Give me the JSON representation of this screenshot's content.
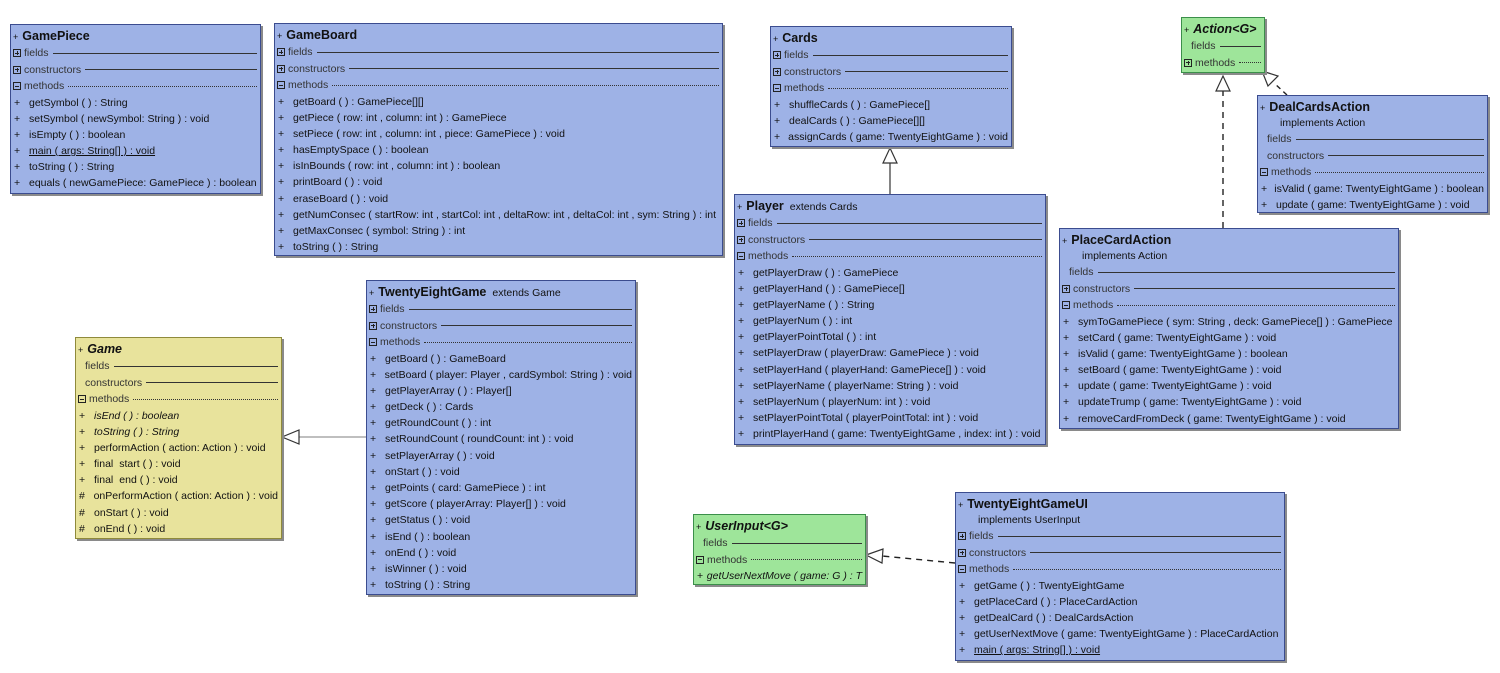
{
  "section_labels": {
    "fields": "fields",
    "constructors": "constructors",
    "methods": "methods"
  },
  "classes": {
    "gamepiece": {
      "visibility": "+",
      "name": "GamePiece",
      "methods": [
        {
          "vis": "+",
          "sig": "getSymbol ( ) : String"
        },
        {
          "vis": "+",
          "sig": "setSymbol ( newSymbol: String ) : void"
        },
        {
          "vis": "+",
          "sig": "isEmpty ( ) : boolean"
        },
        {
          "vis": "+",
          "sig": "main ( args: String[] ) : void"
        },
        {
          "vis": "+",
          "sig": "toString ( ) : String"
        },
        {
          "vis": "+",
          "sig": "equals ( newGamePiece: GamePiece ) : boolean"
        }
      ]
    },
    "gameboard": {
      "visibility": "+",
      "name": "GameBoard",
      "methods": [
        {
          "vis": "+",
          "sig": "getBoard ( ) : GamePiece[][]"
        },
        {
          "vis": "+",
          "sig": "getPiece ( row: int ,  column: int ) : GamePiece"
        },
        {
          "vis": "+",
          "sig": "setPiece ( row: int ,  column: int ,  piece: GamePiece ) : void"
        },
        {
          "vis": "+",
          "sig": "hasEmptySpace ( ) : boolean"
        },
        {
          "vis": "+",
          "sig": "isInBounds ( row: int ,  column: int ) : boolean"
        },
        {
          "vis": "+",
          "sig": "printBoard ( ) : void"
        },
        {
          "vis": "+",
          "sig": "eraseBoard ( ) : void"
        },
        {
          "vis": "+",
          "sig": "getNumConsec ( startRow: int ,  startCol: int ,  deltaRow: int ,  deltaCol: int ,  sym: String ) : int"
        },
        {
          "vis": "+",
          "sig": "getMaxConsec ( symbol: String ) : int"
        },
        {
          "vis": "+",
          "sig": "toString ( ) : String"
        }
      ]
    },
    "cards": {
      "visibility": "+",
      "name": "Cards",
      "methods": [
        {
          "vis": "+",
          "sig": "shuffleCards ( ) : GamePiece[]"
        },
        {
          "vis": "+",
          "sig": "dealCards ( ) : GamePiece[][]"
        },
        {
          "vis": "+",
          "sig": "assignCards ( game: TwentyEightGame ) : void"
        }
      ]
    },
    "action": {
      "visibility": "+",
      "name": "Action<G>"
    },
    "dealcardsaction": {
      "visibility": "+",
      "name": "DealCardsAction",
      "implements": "implements   Action",
      "methods": [
        {
          "vis": "+",
          "sig": "isValid ( game: TwentyEightGame ) : boolean"
        },
        {
          "vis": "+",
          "sig": "update ( game: TwentyEightGame ) : void"
        }
      ]
    },
    "player": {
      "visibility": "+",
      "name": "Player",
      "extends": "extends  Cards",
      "methods": [
        {
          "vis": "+",
          "sig": "getPlayerDraw ( ) : GamePiece"
        },
        {
          "vis": "+",
          "sig": "getPlayerHand ( ) : GamePiece[]"
        },
        {
          "vis": "+",
          "sig": "getPlayerName ( ) : String"
        },
        {
          "vis": "+",
          "sig": "getPlayerNum ( ) : int"
        },
        {
          "vis": "+",
          "sig": "getPlayerPointTotal ( ) : int"
        },
        {
          "vis": "+",
          "sig": "setPlayerDraw ( playerDraw: GamePiece ) : void"
        },
        {
          "vis": "+",
          "sig": "setPlayerHand ( playerHand: GamePiece[] ) : void"
        },
        {
          "vis": "+",
          "sig": "setPlayerName ( playerName: String ) : void"
        },
        {
          "vis": "+",
          "sig": "setPlayerNum ( playerNum: int ) : void"
        },
        {
          "vis": "+",
          "sig": "setPlayerPointTotal ( playerPointTotal: int ) : void"
        },
        {
          "vis": "+",
          "sig": "printPlayerHand ( game: TwentyEightGame ,  index: int ) : void"
        }
      ]
    },
    "placecardaction": {
      "visibility": "+",
      "name": "PlaceCardAction",
      "implements": "implements   Action",
      "methods": [
        {
          "vis": "+",
          "sig": "symToGamePiece ( sym: String ,  deck: GamePiece[] ) : GamePiece"
        },
        {
          "vis": "+",
          "sig": "setCard ( game: TwentyEightGame ) : void"
        },
        {
          "vis": "+",
          "sig": "isValid ( game: TwentyEightGame ) : boolean"
        },
        {
          "vis": "+",
          "sig": "setBoard ( game: TwentyEightGame ) : void"
        },
        {
          "vis": "+",
          "sig": "update ( game: TwentyEightGame ) : void"
        },
        {
          "vis": "+",
          "sig": "updateTrump ( game: TwentyEightGame ) : void"
        },
        {
          "vis": "+",
          "sig": "removeCardFromDeck ( game: TwentyEightGame ) : void"
        }
      ]
    },
    "game": {
      "visibility": "+",
      "name": "Game",
      "methods": [
        {
          "vis": "+",
          "mod": "",
          "sig": "isEnd ( ) : boolean"
        },
        {
          "vis": "+",
          "mod": "",
          "sig": "toString ( ) : String"
        },
        {
          "vis": "+",
          "mod": "",
          "sig": "performAction ( action: Action ) : void"
        },
        {
          "vis": "+",
          "mod": "final",
          "sig": "start ( ) : void"
        },
        {
          "vis": "+",
          "mod": "final",
          "sig": "end ( ) : void"
        },
        {
          "vis": "#",
          "mod": "",
          "sig": "onPerformAction ( action: Action ) : void"
        },
        {
          "vis": "#",
          "mod": "",
          "sig": "onStart ( ) : void"
        },
        {
          "vis": "#",
          "mod": "",
          "sig": "onEnd ( ) : void"
        }
      ]
    },
    "twentyeightgame": {
      "visibility": "+",
      "name": "TwentyEightGame",
      "extends": "extends  Game",
      "methods": [
        {
          "vis": "+",
          "sig": "getBoard ( ) : GameBoard"
        },
        {
          "vis": "+",
          "sig": "setBoard ( player: Player ,  cardSymbol: String ) : void"
        },
        {
          "vis": "+",
          "sig": "getPlayerArray ( ) : Player[]"
        },
        {
          "vis": "+",
          "sig": "getDeck ( ) : Cards"
        },
        {
          "vis": "+",
          "sig": "getRoundCount ( ) : int"
        },
        {
          "vis": "+",
          "sig": "setRoundCount ( roundCount: int ) : void"
        },
        {
          "vis": "+",
          "sig": "setPlayerArray ( ) : void"
        },
        {
          "vis": "+",
          "sig": "onStart ( ) : void"
        },
        {
          "vis": "+",
          "sig": "getPoints ( card: GamePiece ) : int"
        },
        {
          "vis": "+",
          "sig": "getScore ( playerArray: Player[] ) : void"
        },
        {
          "vis": "+",
          "sig": "getStatus ( ) : void"
        },
        {
          "vis": "+",
          "sig": "isEnd ( ) : boolean"
        },
        {
          "vis": "+",
          "sig": "onEnd ( ) : void"
        },
        {
          "vis": "+",
          "sig": "isWinner ( ) : void"
        },
        {
          "vis": "+",
          "sig": "toString ( ) : String"
        }
      ]
    },
    "userinput": {
      "visibility": "+",
      "name": "UserInput<G>",
      "methods": [
        {
          "vis": "+",
          "sig": "getUserNextMove ( game: G ) : T"
        }
      ]
    },
    "twentyeightgameui": {
      "visibility": "+",
      "name": "TwentyEightGameUI",
      "implements": "implements   UserInput",
      "methods": [
        {
          "vis": "+",
          "sig": "getGame ( ) : TwentyEightGame"
        },
        {
          "vis": "+",
          "sig": "getPlaceCard ( ) : PlaceCardAction"
        },
        {
          "vis": "+",
          "sig": "getDealCard ( ) : DealCardsAction"
        },
        {
          "vis": "+",
          "sig": "getUserNextMove ( game: TwentyEightGame ) : PlaceCardAction"
        },
        {
          "vis": "+",
          "sig": "main ( args: String[] ) : void"
        }
      ]
    }
  },
  "colors": {
    "class_fill": "#9eb2e6",
    "abstract_fill": "#e8e39c",
    "interface_fill": "#9ee59a",
    "edge": "#333333"
  }
}
